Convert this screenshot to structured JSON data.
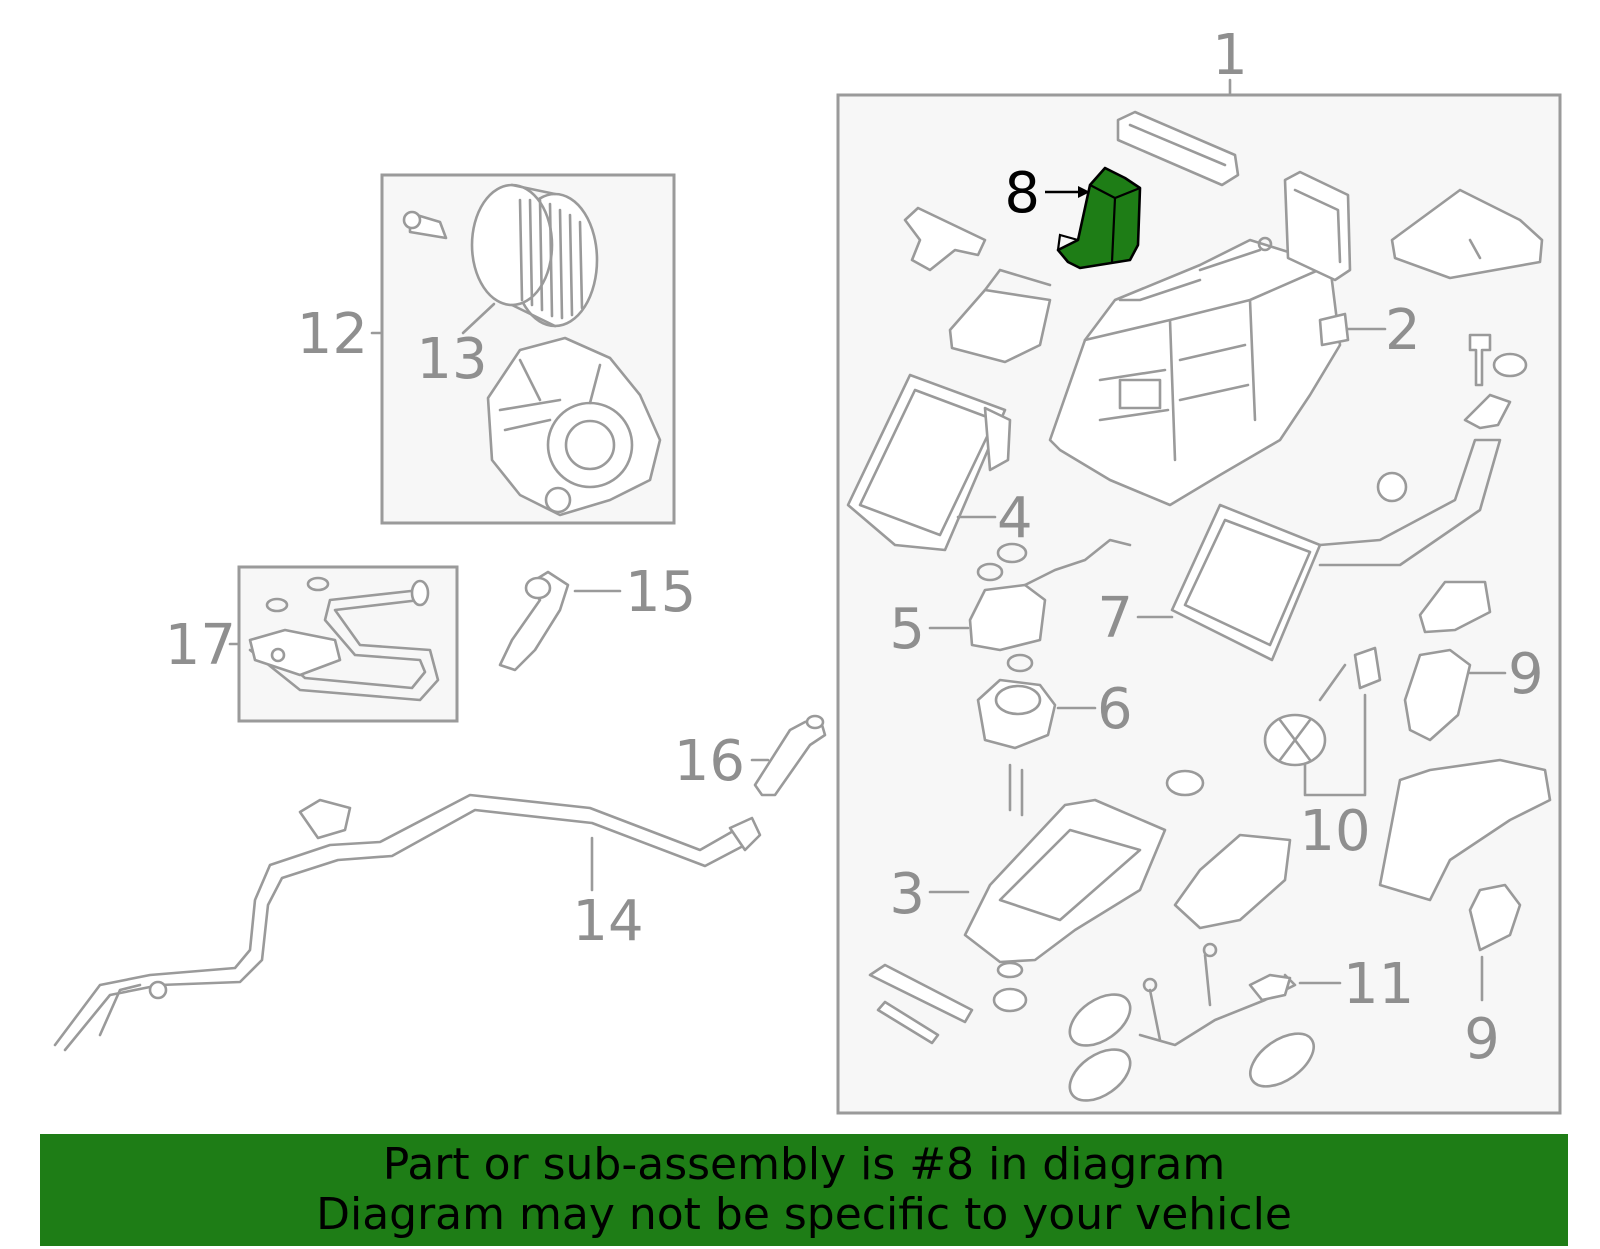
{
  "colors": {
    "highlight": "#1e7d16",
    "line": "#9a9a9a",
    "frame_fill": "#f7f7f7"
  },
  "highlighted_part": "8",
  "callouts": {
    "c1": "1",
    "c2": "2",
    "c3": "3",
    "c4": "4",
    "c5": "5",
    "c6": "6",
    "c7": "7",
    "c8": "8",
    "c9a": "9",
    "c9b": "9",
    "c10": "10",
    "c11": "11",
    "c12": "12",
    "c13": "13",
    "c14": "14",
    "c15": "15",
    "c16": "16",
    "c17": "17"
  },
  "banner": {
    "line1": "Part or sub-assembly is #8 in diagram",
    "line2": "Diagram may not be specific to your vehicle"
  }
}
